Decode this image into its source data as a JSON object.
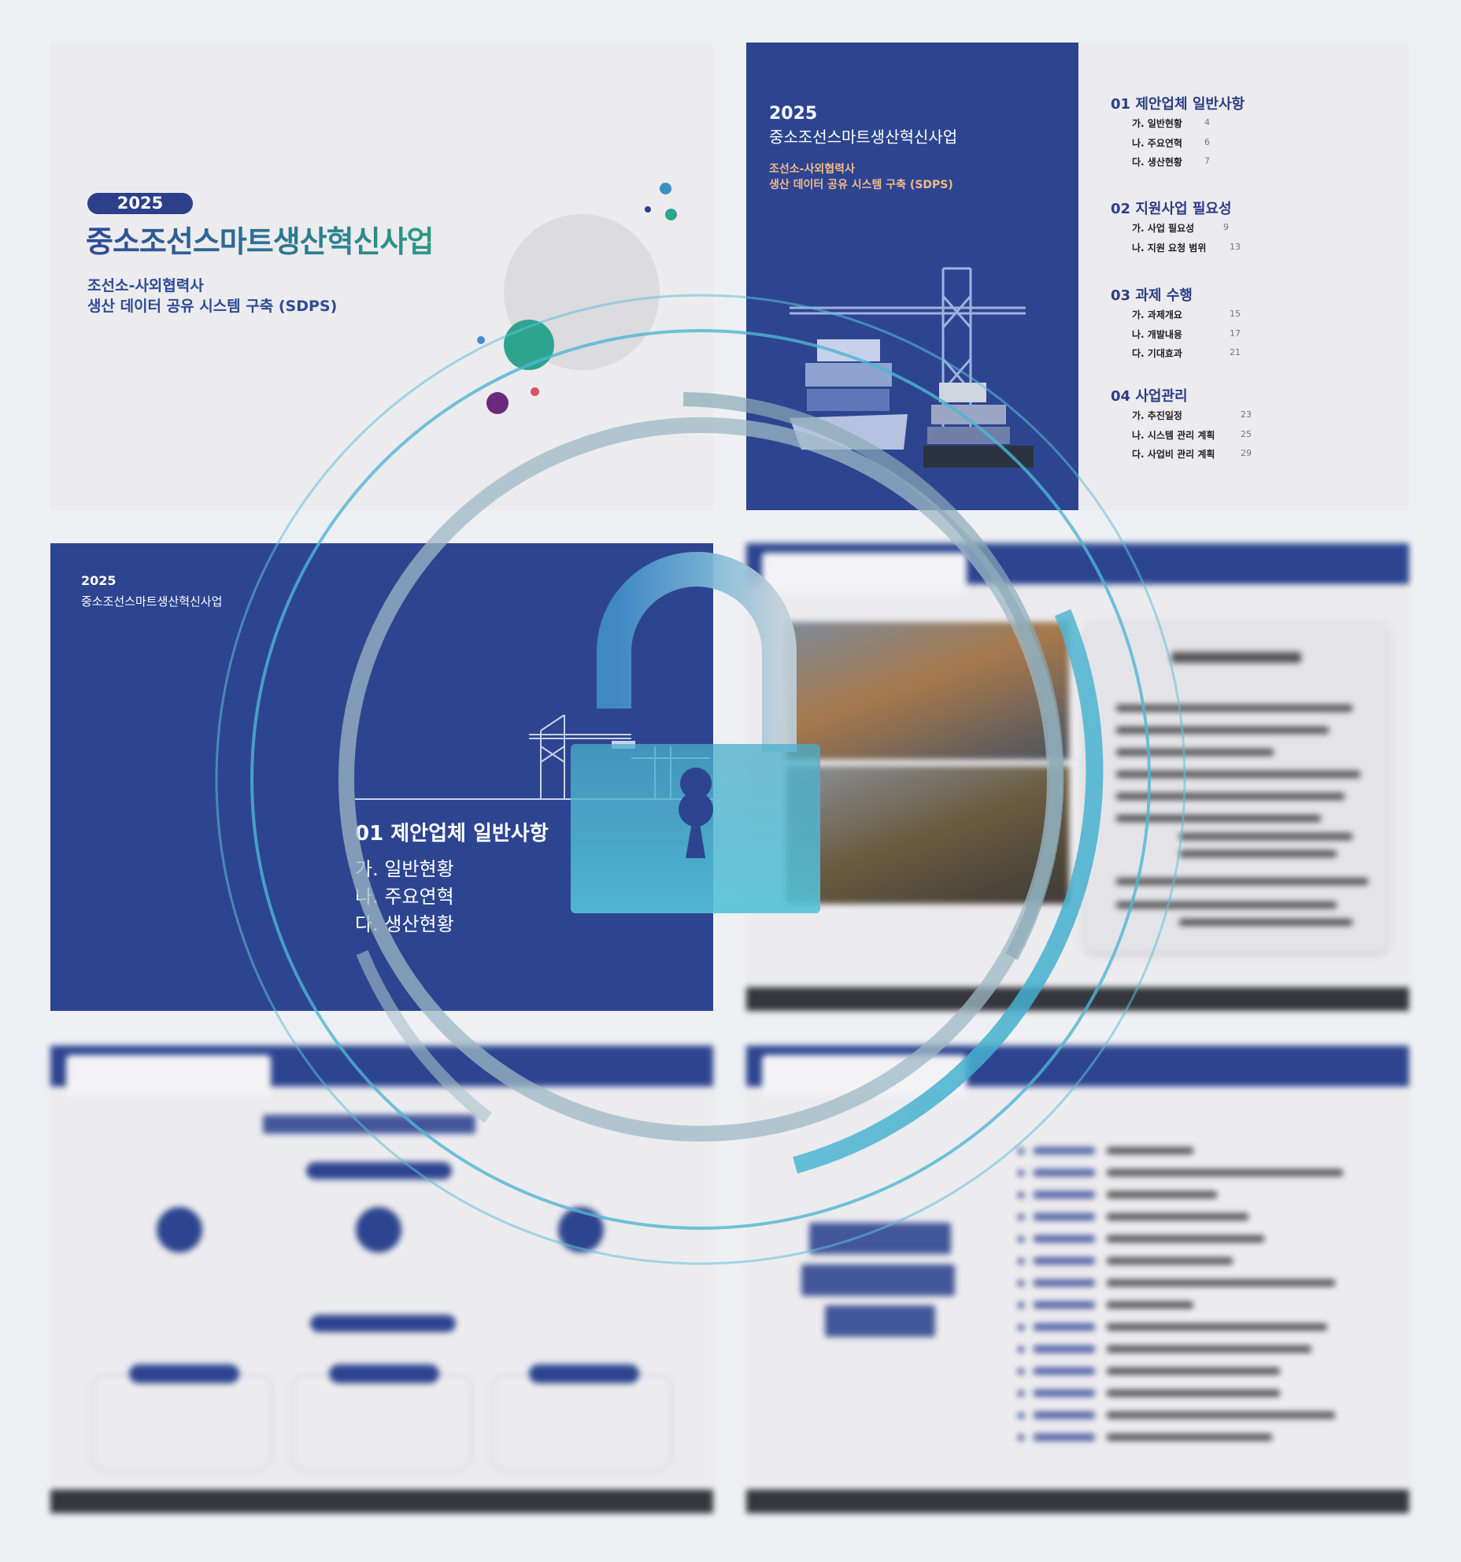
{
  "slide1": {
    "year": "2025",
    "title": "중소조선스마트생산혁신사업",
    "subtitle_line1": "조선소-사외협력사",
    "subtitle_line2": "생산 데이터 공유 시스템 구축 (SDPS)"
  },
  "slide2": {
    "year": "2025",
    "title": "중소조선스마트생산혁신사업",
    "subtitle_line1": "조선소-사외협력사",
    "subtitle_line2": "생산 데이터 공유 시스템 구축 (SDPS)",
    "toc": [
      {
        "heading": "01 제안업체 일반사항",
        "items": [
          {
            "label": "가. 일반현황",
            "page": "4"
          },
          {
            "label": "나. 주요연혁",
            "page": "6"
          },
          {
            "label": "다. 생산현황",
            "page": "7"
          }
        ]
      },
      {
        "heading": "02 지원사업 필요성",
        "items": [
          {
            "label": "가. 사업 필요성",
            "page": "9"
          },
          {
            "label": "나. 지원 요청 범위",
            "page": "13"
          }
        ]
      },
      {
        "heading": "03 과제 수행",
        "items": [
          {
            "label": "가. 과제개요",
            "page": "15"
          },
          {
            "label": "나. 개발내용",
            "page": "17"
          },
          {
            "label": "다. 기대효과",
            "page": "21"
          }
        ]
      },
      {
        "heading": "04 사업관리",
        "items": [
          {
            "label": "가. 추진일정",
            "page": "23"
          },
          {
            "label": "나. 시스템 관리 계획",
            "page": "25"
          },
          {
            "label": "다. 사업비 관리 계획",
            "page": "29"
          }
        ]
      }
    ]
  },
  "slide3": {
    "year": "2025",
    "title": "중소조선스마트생산혁신사업",
    "section": "01 제안업체 일반사항",
    "items": [
      "가. 일반현황",
      "나. 주요연혁",
      "다. 생산현황"
    ]
  },
  "icons": {
    "lock": "unlocked-padlock-icon",
    "crane": "gantry-crane-icon",
    "ship": "container-ship-icon"
  },
  "colors": {
    "navy": "#2d4590",
    "teal": "#2a9a86",
    "lock_blue": "#4fb8d6",
    "peach": "#f2b98a"
  }
}
